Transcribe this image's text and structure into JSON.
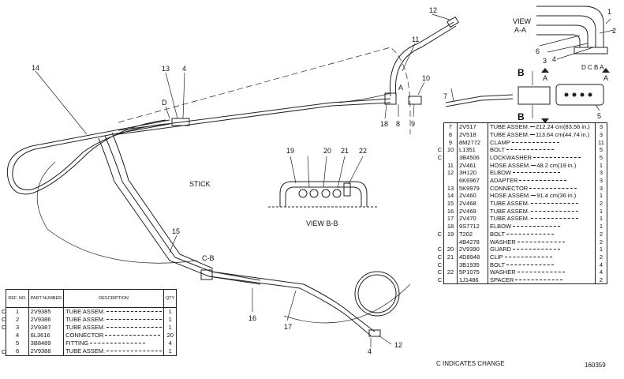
{
  "figure_number": "160359",
  "change_note": "C INDICATES CHANGE",
  "labels": {
    "stick": "STICK",
    "view_aa": [
      "VIEW",
      "A-A"
    ],
    "view_bb": "VIEW B-B",
    "section_a": "A",
    "section_b": "B",
    "section_cb": "C-B",
    "section_d": "D",
    "view_aa_letters": "D C B A"
  },
  "callouts": [
    "1",
    "2",
    "3",
    "4",
    "5",
    "6",
    "7",
    "8",
    "9",
    "10",
    "11",
    "12",
    "13",
    "14",
    "15",
    "16",
    "17",
    "18",
    "19",
    "20",
    "21",
    "22"
  ],
  "left_table": {
    "headers": [
      "REF. NO.",
      "PART NUMBER",
      "DESCRIPTION",
      "QTY"
    ],
    "rows": [
      {
        "c": "C",
        "ref": "1",
        "part": "2V9385",
        "desc": "TUBE ASSEM.",
        "qty": "1"
      },
      {
        "c": "C",
        "ref": "2",
        "part": "2V9386",
        "desc": "TUBE ASSEM.",
        "qty": "1"
      },
      {
        "c": "C",
        "ref": "3",
        "part": "2V9387",
        "desc": "TUBE ASSEM.",
        "qty": "1"
      },
      {
        "c": "",
        "ref": "4",
        "part": "6L3616",
        "desc": "CONNECTOR",
        "qty": "20"
      },
      {
        "c": "",
        "ref": "5",
        "part": "3B8489",
        "desc": "FITTING",
        "qty": "4"
      },
      {
        "c": "C",
        "ref": "6",
        "part": "2V9388",
        "desc": "TUBE ASSEM.",
        "qty": "1"
      }
    ]
  },
  "right_table": {
    "rows": [
      {
        "c": "",
        "ref": "7",
        "part": "2V517",
        "desc": "TUBE ASSEM.",
        "note": "212.24 cm(83.56 in.)",
        "qty": "3"
      },
      {
        "c": "",
        "ref": "8",
        "part": "2V518",
        "desc": "TUBE ASSEM.",
        "note": "113.64 cm(44.74 in.)",
        "qty": "3"
      },
      {
        "c": "",
        "ref": "9",
        "part": "8M2772",
        "desc": "CLAMP",
        "note": "",
        "qty": "11"
      },
      {
        "c": "C",
        "ref": "10",
        "part": "L1351",
        "desc": "BOLT",
        "note": "",
        "qty": "5"
      },
      {
        "c": "C",
        "ref": "",
        "part": "3B4506",
        "desc": "LOCKWASHER",
        "note": "",
        "qty": "5"
      },
      {
        "c": "",
        "ref": "11",
        "part": "2V461",
        "desc": "HOSE ASSEM.",
        "note": "48.2 cm(19 in.)",
        "qty": "1"
      },
      {
        "c": "",
        "ref": "12",
        "part": "3H120",
        "desc": "ELBOW",
        "note": "",
        "qty": "3"
      },
      {
        "c": "",
        "ref": "",
        "part": "6K6967",
        "desc": "ADAPTER",
        "note": "",
        "qty": "3"
      },
      {
        "c": "",
        "ref": "13",
        "part": "5K9979",
        "desc": "CONNECTOR",
        "note": "",
        "qty": "3"
      },
      {
        "c": "",
        "ref": "14",
        "part": "2V460",
        "desc": "HOSE ASSEM.",
        "note": "91.4 cm(36 in.)",
        "qty": "1"
      },
      {
        "c": "",
        "ref": "15",
        "part": "2V468",
        "desc": "TUBE ASSEM.",
        "note": "",
        "qty": "2"
      },
      {
        "c": "",
        "ref": "16",
        "part": "2V469",
        "desc": "TUBE ASSEM.",
        "note": "",
        "qty": "1"
      },
      {
        "c": "",
        "ref": "17",
        "part": "2V470",
        "desc": "TUBE ASSEM.",
        "note": "",
        "qty": "1"
      },
      {
        "c": "",
        "ref": "18",
        "part": "9S7712",
        "desc": "ELBOW",
        "note": "",
        "qty": "1"
      },
      {
        "c": "C",
        "ref": "19",
        "part": "T202",
        "desc": "BOLT",
        "note": "",
        "qty": "2"
      },
      {
        "c": "",
        "ref": "",
        "part": "4B4278",
        "desc": "WASHER",
        "note": "",
        "qty": "2"
      },
      {
        "c": "C",
        "ref": "20",
        "part": "2V9390",
        "desc": "GUARD",
        "note": "",
        "qty": "1"
      },
      {
        "c": "C",
        "ref": "21",
        "part": "4D8948",
        "desc": "CLIP",
        "note": "",
        "qty": "2"
      },
      {
        "c": "C",
        "ref": "",
        "part": "3B1935",
        "desc": "BOLT",
        "note": "",
        "qty": "4"
      },
      {
        "c": "C",
        "ref": "22",
        "part": "5P1075",
        "desc": "WASHER",
        "note": "",
        "qty": "4"
      },
      {
        "c": "C",
        "ref": "",
        "part": "1J1486",
        "desc": "SPACER",
        "note": "",
        "qty": "2"
      }
    ]
  }
}
